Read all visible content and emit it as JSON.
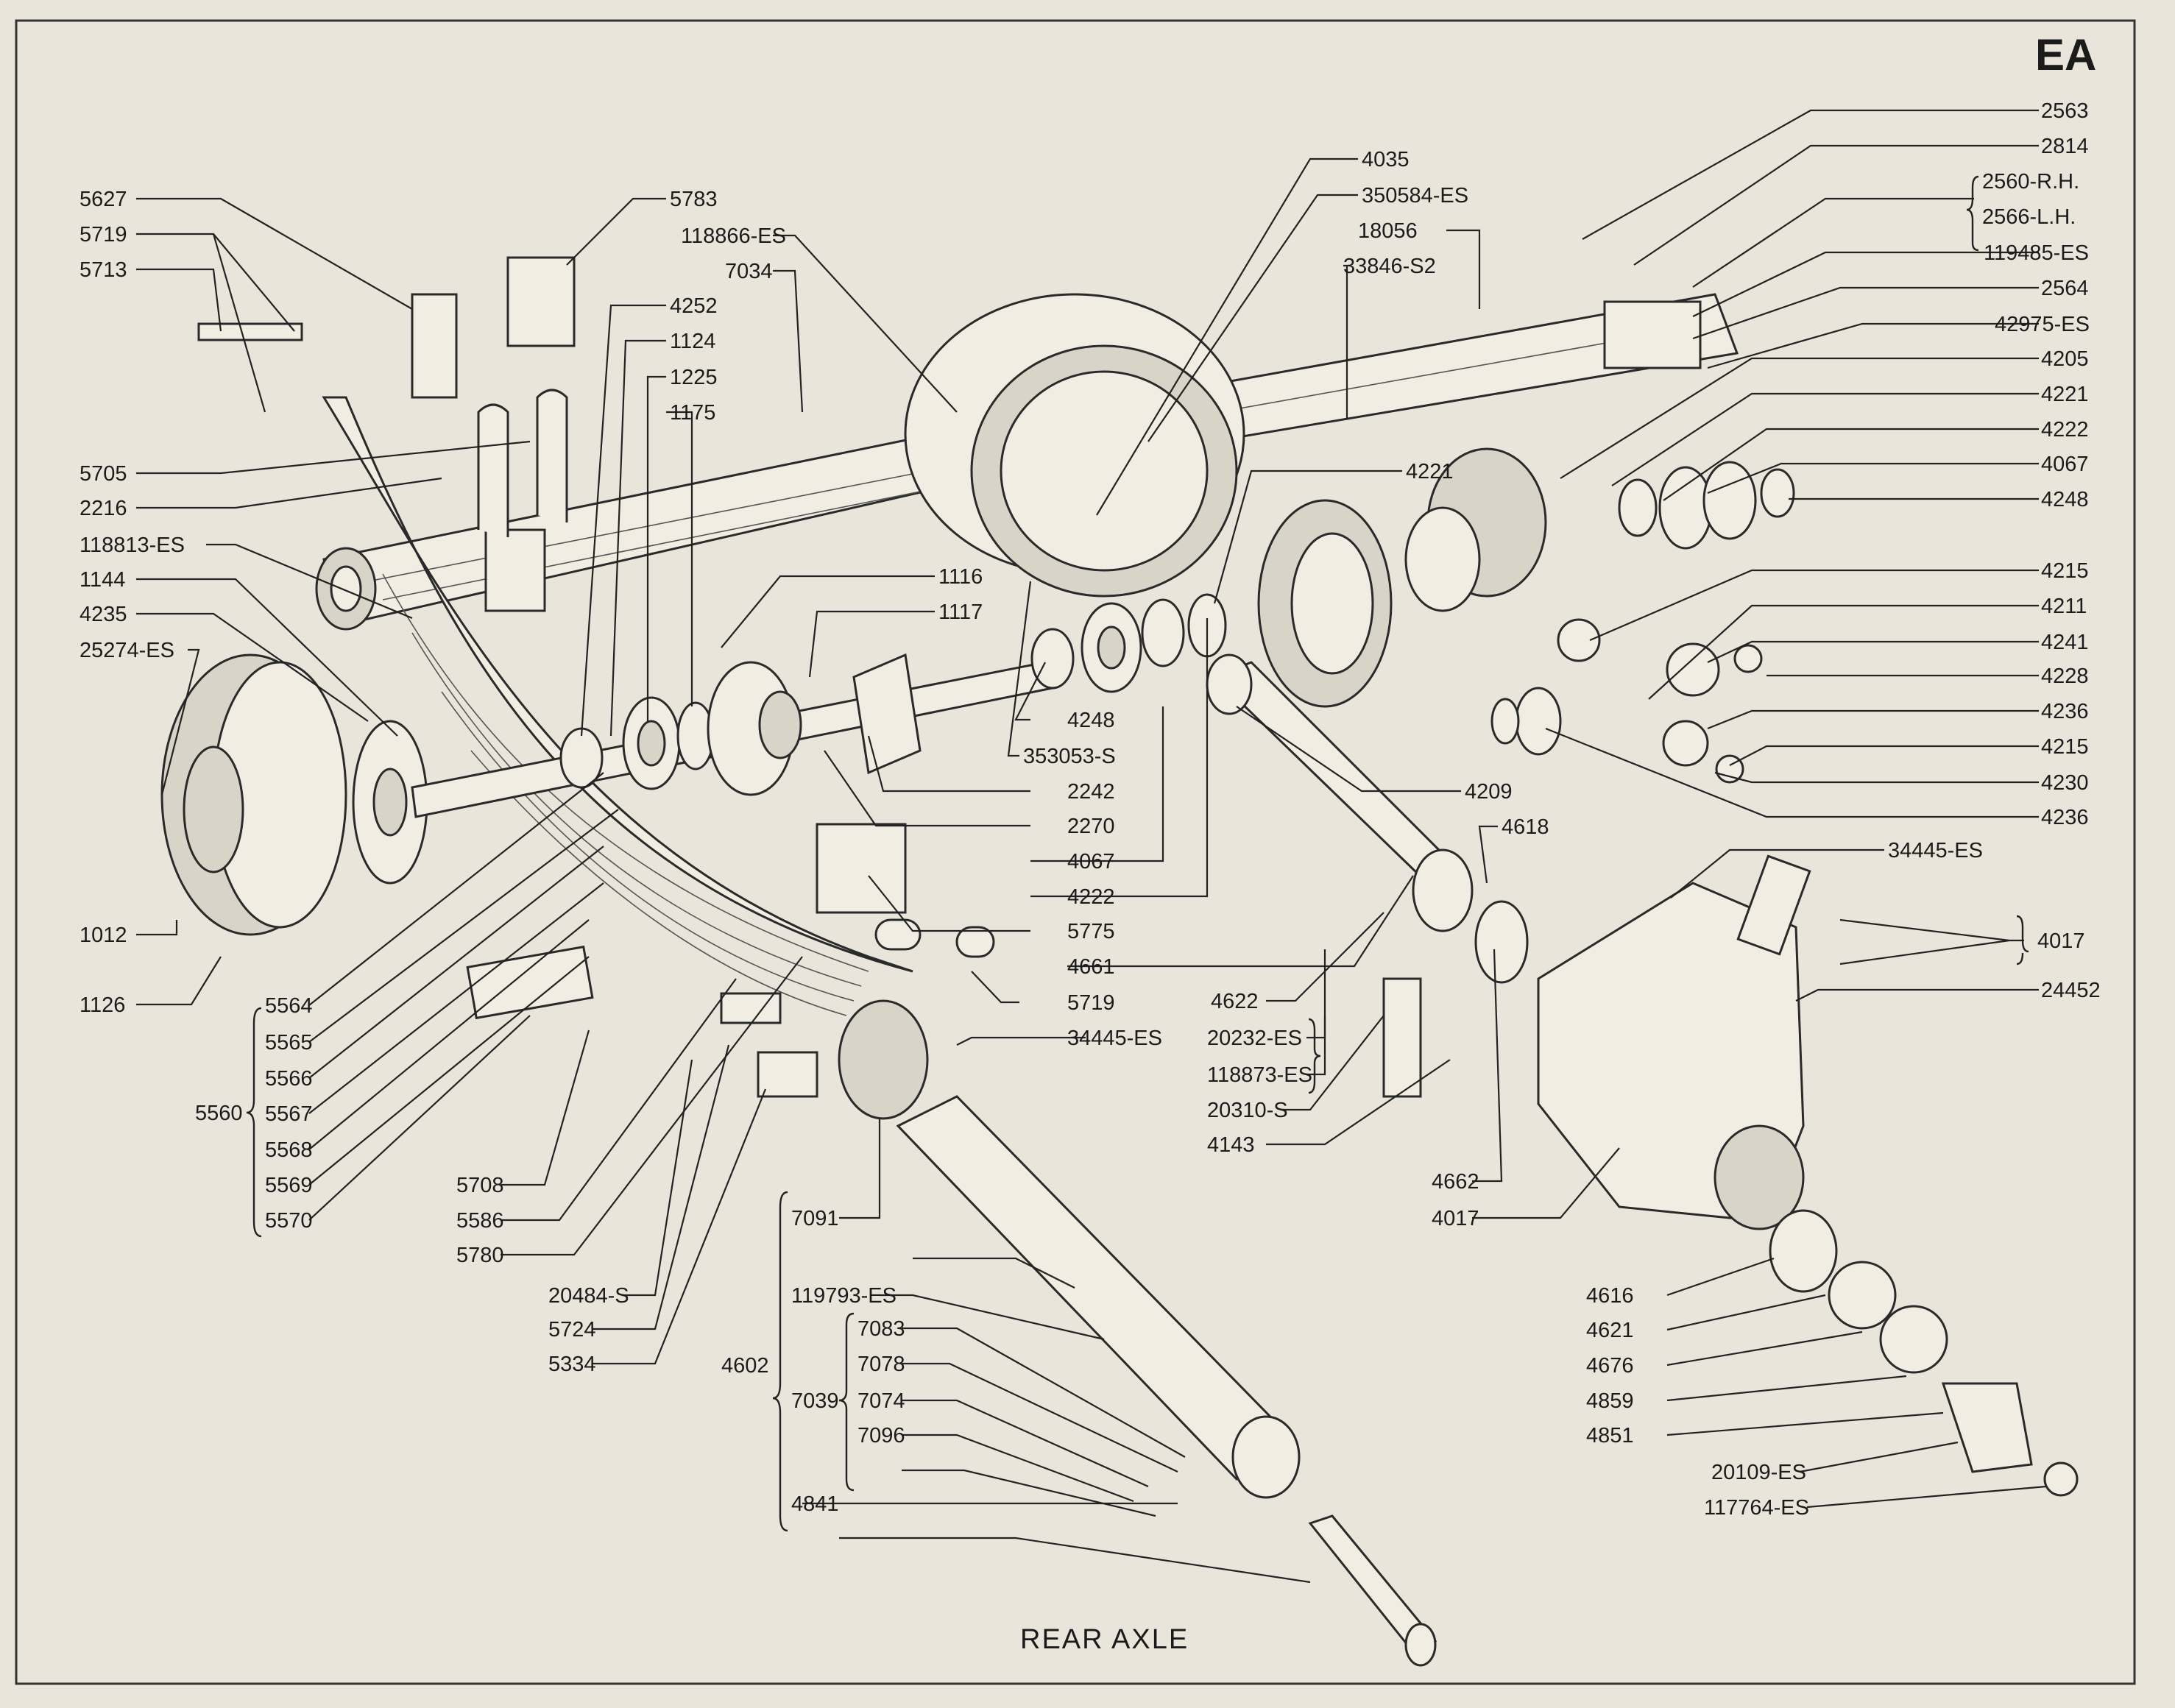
{
  "page_code": "EA",
  "caption": "REAR AXLE",
  "labels": {
    "l2563": "2563",
    "l2814": "2814",
    "l2560": "2560-R.H.",
    "l2566": "2566-L.H.",
    "l119485": "119485-ES",
    "l2564": "2564",
    "l42975": "42975-ES",
    "l4205": "4205",
    "l4221r": "4221",
    "l4222r": "4222",
    "l4067r": "4067",
    "l4248r": "4248",
    "l4215a": "4215",
    "l4211": "4211",
    "l4241": "4241",
    "l4228": "4228",
    "l4236a": "4236",
    "l4215b": "4215",
    "l4230": "4230",
    "l4236b": "4236",
    "l34445a": "34445-ES",
    "l4017r": "4017",
    "l24452": "24452",
    "l4035": "4035",
    "l350584": "350584-ES",
    "l18056": "18056",
    "l33846": "33846-S2",
    "l4221m": "4221",
    "l5783": "5783",
    "l118866": "118866-ES",
    "l7034": "7034",
    "l4252": "4252",
    "l1124": "1124",
    "l1225": "1225",
    "l1175": "1175",
    "l5627": "5627",
    "l5719a": "5719",
    "l5713": "5713",
    "l5705": "5705",
    "l2216": "2216",
    "l118813": "118813-ES",
    "l1144": "1144",
    "l4235": "4235",
    "l25274": "25274-ES",
    "l1012": "1012",
    "l1126": "1126",
    "l5564": "5564",
    "l5565": "5565",
    "l5566": "5566",
    "l5567": "5567",
    "l5568": "5568",
    "l5569": "5569",
    "l5570": "5570",
    "l5560": "5560",
    "l5708": "5708",
    "l5586": "5586",
    "l5780": "5780",
    "l20484": "20484-S",
    "l5724": "5724",
    "l5334": "5334",
    "l1116": "1116",
    "l1117": "1117",
    "l4248m": "4248",
    "l353053": "353053-S",
    "l2242": "2242",
    "l2270": "2270",
    "l4067m": "4067",
    "l4222m": "4222",
    "l5775": "5775",
    "l4661": "4661",
    "l5719b": "5719",
    "l34445b": "34445-ES",
    "l4209": "4209",
    "l4618": "4618",
    "l4622": "4622",
    "l20232": "20232-ES",
    "l118873": "118873-ES",
    "l20310": "20310-S",
    "l4143": "4143",
    "l4662": "4662",
    "l4017b": "4017",
    "l7091": "7091",
    "l119793": "119793-ES",
    "l7083": "7083",
    "l7078": "7078",
    "l7039": "7039",
    "l7074": "7074",
    "l7096": "7096",
    "l4602": "4602",
    "l4841": "4841",
    "l4616": "4616",
    "l4621": "4621",
    "l4676": "4676",
    "l4859": "4859",
    "l4851": "4851",
    "l20109": "20109-ES",
    "l117764": "117764-ES"
  }
}
